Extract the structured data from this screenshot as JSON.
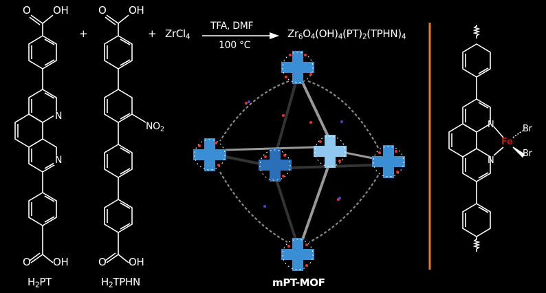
{
  "reaction": {
    "reactant_1": {
      "name": "H2PT",
      "label_main": "H",
      "label_sub": "2",
      "label_rest": "PT",
      "groups": [
        "COOH",
        "COOH"
      ],
      "heteroatoms": [
        "N",
        "N"
      ]
    },
    "reactant_2": {
      "name": "H2TPHN",
      "label_main": "H",
      "label_sub": "2",
      "label_rest": "TPHN",
      "groups": [
        "COOH",
        "COOH"
      ],
      "substituent": "NO2"
    },
    "reactant_3": {
      "name": "ZrCl4",
      "text": "ZrCl",
      "sub": "4"
    },
    "plus_signs": [
      "+",
      "+"
    ],
    "conditions_top": "TFA, DMF",
    "conditions_bottom": "100 °C",
    "product_formula": {
      "parts": [
        {
          "t": "Zr",
          "s": "6"
        },
        {
          "t": "O",
          "s": "4"
        },
        {
          "t": "(OH)",
          "s": "4"
        },
        {
          "t": "(PT)",
          "s": "2"
        },
        {
          "t": "(TPHN)",
          "s": "4"
        }
      ]
    },
    "carboxyl_labels": {
      "o": "O",
      "oh": "OH"
    },
    "nitro_label": {
      "main": "NO",
      "sub": "2"
    },
    "n_label": "N"
  },
  "mof": {
    "label": "mPT-MOF",
    "node_color": "#3a8fd4",
    "node_color_dark": "#2a6fb8",
    "node_color_light": "#8ec8ee",
    "oxygen_color": "#e8332f",
    "nitrogen_color": "#3b4bc8",
    "carbon_color": "#555555"
  },
  "fe_complex": {
    "metal": "Fe",
    "ligands": [
      "Br",
      "Br"
    ],
    "n_atoms": [
      "N",
      "N"
    ],
    "metal_color": "#b01c1c"
  },
  "divider_color": "#f47a20"
}
